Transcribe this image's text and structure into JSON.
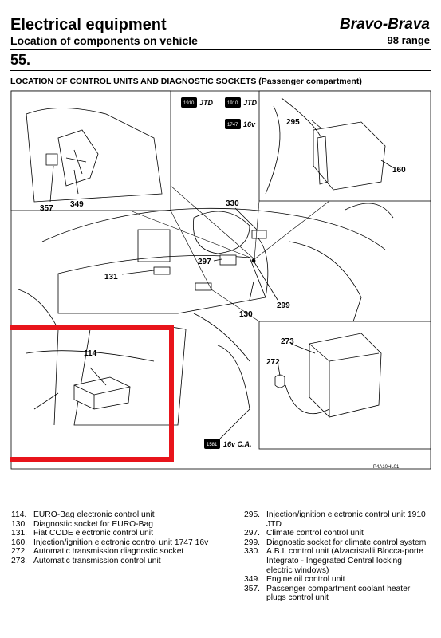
{
  "header": {
    "title": "Electrical equipment",
    "subtitle": "Location of components on vehicle",
    "page_number": "55.",
    "model": "Bravo-Brava",
    "range": "98 range"
  },
  "section_heading": "LOCATION OF CONTROL UNITS AND DIAGNOSTIC SOCKETS (Passenger compartment)",
  "figure": {
    "callouts": {
      "c114": "114",
      "c130": "130",
      "c131": "131",
      "c160": "160",
      "c272": "272",
      "c273": "273",
      "c295": "295",
      "c297": "297",
      "c299": "299",
      "c330": "330",
      "c349": "349",
      "c357": "357"
    },
    "badges": {
      "b1910a": "1910",
      "b1910b": "1910",
      "b1747": "1747",
      "b1581": "1581"
    },
    "badge_suffixes": {
      "jtd_a": "JTD",
      "jtd_b": "JTD",
      "v16": "16v",
      "v16ca": "16v C.A."
    },
    "figure_code": "P4A10HL01",
    "highlight_color": "#e8141b"
  },
  "legend_left": [
    {
      "num": "114.",
      "text": "EURO-Bag electronic control unit"
    },
    {
      "num": "130.",
      "text": "Diagnostic socket for EURO-Bag"
    },
    {
      "num": "131.",
      "text": "Fiat CODE electronic control unit"
    },
    {
      "num": "160.",
      "text": "Injection/ignition electronic control unit 1747 16v"
    },
    {
      "num": "272.",
      "text": "Automatic transmission diagnostic socket"
    },
    {
      "num": "273.",
      "text": "Automatic transmission control unit"
    }
  ],
  "legend_right": [
    {
      "num": "295.",
      "text": "Injection/ignition electronic control unit 1910 JTD"
    },
    {
      "num": "297.",
      "text": "Climate control control unit"
    },
    {
      "num": "299.",
      "text": "Diagnostic socket for climate control system"
    },
    {
      "num": "330.",
      "text": "A.B.I. control unit (Alzacristalli Blocca-porte Integrato - Ingegrated Central locking electric windows)"
    },
    {
      "num": "349.",
      "text": "Engine oil control unit"
    },
    {
      "num": "357.",
      "text": "Passenger compartment coolant heater plugs control unit"
    }
  ]
}
